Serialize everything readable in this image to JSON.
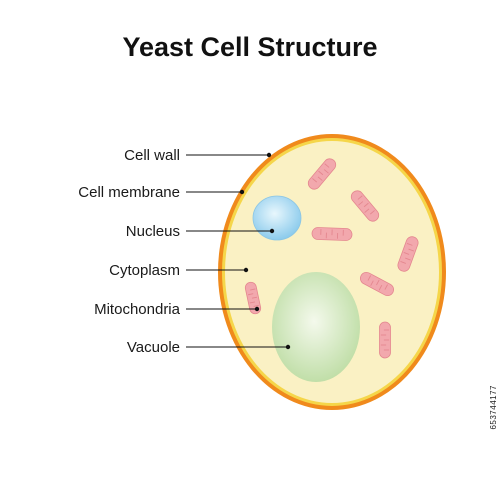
{
  "title": "Yeast Cell Structure",
  "labels": [
    {
      "id": "cell-wall",
      "text": "Cell wall"
    },
    {
      "id": "cell-membrane",
      "text": "Cell membrane"
    },
    {
      "id": "nucleus",
      "text": "Nucleus"
    },
    {
      "id": "cytoplasm",
      "text": "Cytoplasm"
    },
    {
      "id": "mitochondria",
      "text": "Mitochondria"
    },
    {
      "id": "vacuole",
      "text": "Vacuole"
    }
  ],
  "stock_id": "653744177",
  "colors": {
    "cell_wall": "#f08a1c",
    "cell_membrane": "#f5d64a",
    "cytoplasm": "#faf1c4",
    "nucleus": "#a7d8f0",
    "vacuole": "#cde4b8",
    "mitochondria": "#f2a8ad",
    "mitochondria_outline": "#e4878f"
  }
}
